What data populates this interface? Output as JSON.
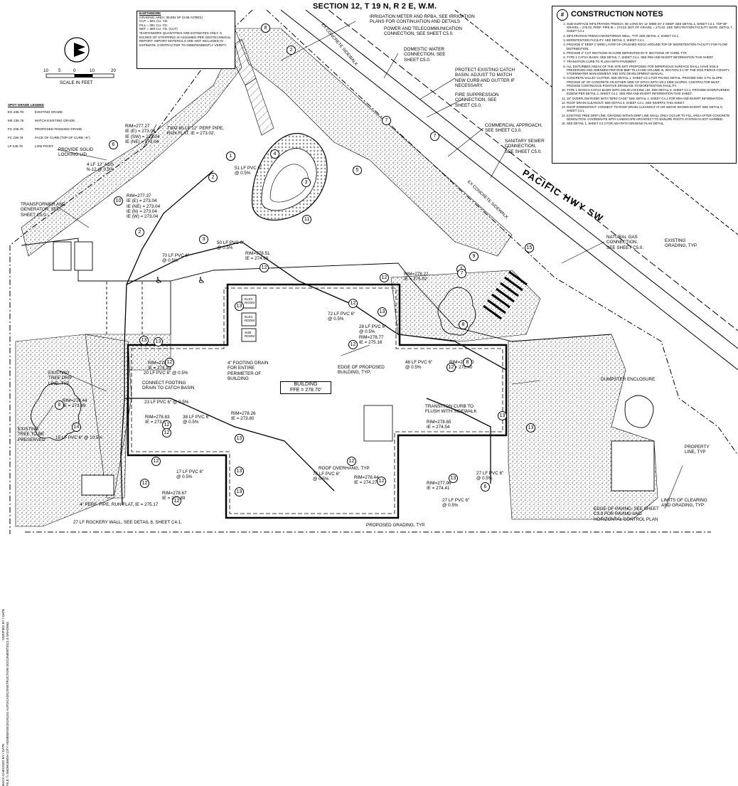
{
  "title": "SECTION 12, T 19 N, R 2 E, W.M.",
  "street": "PACIFIC HWY SW",
  "sidewalk": "EX CONCRETE SIDEWALK",
  "scale": {
    "label": "SCALE IN FEET",
    "ticks": [
      "10",
      "5",
      "0",
      "10",
      "20"
    ]
  },
  "earthwork": {
    "heading": "EARTHWORK",
    "lines": [
      "GRADING AREA: 36,891 SF (0.85 ACRES)",
      "CUT = 691 CU. YD.",
      "FILL = 391 CU. YD.",
      "NET = 300 CU. YD. (CUT)",
      "*EARTHWORK QUANTITIES ARE ESTIMATES ONLY. 6 INCHES OF STRIPPING IS ASSUMED PER GEOTECHNICAL REPORT. IMPORT MATERIALS ARE NOT INCLUDED IN ESTIMATE. CONTRACTOR TO INDEPENDENTLY VERIFY."
    ]
  },
  "legend": {
    "heading": "SPOT GRADE LEGEND",
    "rows": [
      {
        "sym": "EG 236.78",
        "label": "EXISTING GRADE"
      },
      {
        "sym": "ME 236.78",
        "label": "MATCH EXISTING GRADE"
      },
      {
        "sym": "FG 236.78",
        "label": "PROPOSED FINISHED GRADE"
      },
      {
        "sym": "FC 236.78",
        "label": "FACE OF CURB (TOP OF CURB +6\")"
      },
      {
        "sym": "LP 236.78",
        "label": "LOW POINT"
      }
    ]
  },
  "notes": {
    "symbol": "#",
    "heading": "CONSTRUCTION NOTES",
    "items": [
      "SUB-SURFACE INFILTRATION TRENCH. 65' LONG BY 12' WIDE BY 4' DEEP. SEE DETAIL 1, SHEET C4.1. TOP OF GRAVEL = 275.02, PERF. PIPE IE = 273.02, BOT OF GRAVEL = 271.02. SEE INFILTRATION FACILITY NOTE, DETAIL 7, SHEET C4.1.",
      "INFILTRATION TRENCH MONITORING WELL, TYP. SEE DETAIL 4, SHEET C4.1.",
      "BIORETENTION FACILITY, SEE DETAIL 3, SHEET C4.1.",
      "PROVIDE 6\" DEEP 2' WIDE LAYER OF CRUSHED ROCK AROUND TOP OF BIORETENTION FACILITY FOR FLOW DISTRIBUTION.",
      "PROVIDE 2\" CUT SECTIONS IN CURB SEPARATED BY 5' SECTIONS OF CURB, TYP.",
      "TYPE 1 CATCH BASIN. SEE DETAIL 7, SHEET C4.1. SEE RIM AND INVERT INFORMATION THIS SHEET.",
      "TRANSITION CURB TO FLUSH WITH PAVEMENT.",
      "ALL DISTURBED AREAS OF THE SITE NOT PROPOSED FOR IMPERVIOUS SURFACE SHALL HAVE SOILS PRESERVED AND AMENDED PER DOE BMP T5.13 AND VOLUME III, SECTION 3.1 OF THE 2015 PIERCE COUNTY STORMWATER MANAGEMENT AND SITE DEVELOPMENT MANUAL.",
      "CONCRETE VALLEY GUTTER. SEE DETAIL 1, SHEET C3.1 FOR PAVING DETAIL. PROVIDE MIN. 0.7% SLOPE. PROVIDE 10\" OF CONCRETE ON EITHER SIDE OF DITCH WITH 1/8:1 SIDE SLOPES. CONTRACTOR MUST PROVIDE CONTINUOUS POSITIVE DRAINAGE TO BIORETENTION FACILITY.",
      "TYPE 1 48-INCH CATCH BASIN WITH SOLID LOCKING LID. SEE DETAIL 8, SHEET C4.1. PROVIDE DOWNTURNED ELBOW PER DETAIL 2, SHEET C4.1. SEE RIM AND INVERT INFORMATION THIS SHEET.",
      "18\" OVERFLOW RISER WITH \"BIRD CAGE\" SEE DETAIL 4, SHEET C4.1 FOR RIM AND INVERT INFORMATION.",
      "ROOF DRAIN CLEANOUT. SEE DETAIL 5, SHEET C4.1. SEE INVERTS THIS SHEET.",
      "ROOF DOWNSPOUT. CONNECT TO ROOF DRAIN CLEANOUT AT OR ABOVE SHOWN INVERT. SEE DETAIL 8, SHEET C4.1.",
      "EXISTING TREE DRIP LINE. GRADING WITHIN DRIP LINE SHALL ONLY OCCUR TO FILL AREA AFTER CONCRETE DEMOLITION. COORDINATE WITH LANDSCAPE ARCHITECT TO ENSURE ROOTS SYSTEM IS NOT HARMED.",
      "SEE DETAIL 1, SHEET C4.2 FOR ADA PATH GRADING PLAN DETAIL."
    ]
  },
  "building": {
    "name": "BUILDING",
    "ffe": "FFE = 278.70'"
  },
  "labels": [
    {
      "id": "irrigation",
      "text": "IRRIGATION METER AND RPBA, SEE IRRIGATION\nPLANS FOR CONTINUATION AND DETAILS"
    },
    {
      "id": "power",
      "text": "POWER AND TELECOMMUNICATION\nCONNECTION, SEE SHEET C5.0."
    },
    {
      "id": "domestic",
      "text": "DOMESTIC WATER\nCONNECTION, SEE\nSHEET C5.0."
    },
    {
      "id": "protect",
      "text": "PROTECT EXISTING CATCH\nBASIN. ADJUST TO MATCH\nNEW CURB AND GUTTER IF\nNECESSARY."
    },
    {
      "id": "fire",
      "text": "FIRE SUPPRESSION\nCONNECTION, SEE\nSHEET C5.0."
    },
    {
      "id": "commercial",
      "text": "COMMERCIAL APPROACH,\nSEE SHEET C3.0."
    },
    {
      "id": "sewer",
      "text": "SANITARY SEWER\nCONNECTION,\nSEE SHEET C5.0."
    },
    {
      "id": "gas",
      "text": "NATURAL GAS\nCONNECTION,\nSEE SHEET C5.0."
    },
    {
      "id": "exgrade",
      "text": "EXISTING\nGRADING, TYP."
    },
    {
      "id": "dumpster",
      "text": "DUMPSTER ENCLOSURE"
    },
    {
      "id": "propline",
      "text": "PROPERTY\nLINE, TYP"
    },
    {
      "id": "limits",
      "text": "LIMITS OF CLEARING\nAND GRADING, TYP."
    },
    {
      "id": "paving",
      "text": "EDGE OF PAVING, SEE SHEET\nC3.0 FOR PAVING AND\nHORIZONTAL CONTROL PLAN"
    },
    {
      "id": "propgrade",
      "text": "PROPOSED GRADING, TYP."
    },
    {
      "id": "rockery",
      "text": "27 LF ROCKERY WALL, SEE DETAIL 8, SHEET C4.1."
    },
    {
      "id": "perfpipe",
      "text": "4\" PERF. PIPE, RUN FLAT, IE = 275.17"
    },
    {
      "id": "overhang",
      "text": "ROOF OVERHANG, TYP."
    },
    {
      "id": "transition",
      "text": "TRANSITION CURB TO\nFLUSH WITH SIDEWALK"
    },
    {
      "id": "edgebldg",
      "text": "EDGE OF PROPOSED\nBUILDING, TYP."
    },
    {
      "id": "footing",
      "text": "4\" FOOTING DRAIN\nFOR ENTIRE\nPERIMETER OF\nBUILDING"
    },
    {
      "id": "connectfoot",
      "text": "CONNECT FOOTING\nDRAIN TO CATCH BASIN"
    },
    {
      "id": "twolf",
      "text": "TWO 65 LF 12\" PERF PIPE,\nRUN FLAT, IE = 273.02."
    },
    {
      "id": "solidlid",
      "text": "PROVIDE SOLID\nLOCKING LID"
    },
    {
      "id": "transformer",
      "text": "TRANSFORMER AND\nGENERATOR, SEE\nSHEET C5.0."
    },
    {
      "id": "treedrip",
      "text": "EXISTING\nTREE DRIP\nLINE, TYP."
    },
    {
      "id": "preserved",
      "text": "EXISTING\nTREE TO BE\nPRESERVED"
    },
    {
      "id": "rim1",
      "text": "RIM=277.27\nIE (E) = 273.04\nIE (SW) = 273.04\nIE (NE) = 273.04"
    },
    {
      "id": "ads",
      "text": "4 LF 12\" ADS\nN-12 @ 0.5%"
    },
    {
      "id": "rim2",
      "text": "RIM=277.37\nIE (E) = 273.04\nIE (NE) = 273.04\nIE (N) = 273.04\nIE (W) = 273.04"
    },
    {
      "id": "pvc51",
      "text": "51 LF PVC 6\"\n@ 0.5%"
    },
    {
      "id": "pvc50",
      "text": "50 LF PVC 6\"\n@ 0.5%"
    },
    {
      "id": "pvc70",
      "text": "70 LF PVC 6\"\n@ 0.5%"
    },
    {
      "id": "rim3",
      "text": "RIM=278.51\nIE = 274.66"
    },
    {
      "id": "rim4",
      "text": "RIM=278.22\nIE = 275.02"
    },
    {
      "id": "pvc72",
      "text": "72 LF PVC 6\"\n@ 0.5%"
    },
    {
      "id": "pvc28",
      "text": "28 LF PVC 6\"\n@ 0.5%"
    },
    {
      "id": "rim5",
      "text": "RIM=278.77\nIE = 275.16"
    },
    {
      "id": "pvc48",
      "text": "48 LF PVC 6\"\n@ 0.5%"
    },
    {
      "id": "rim6",
      "text": "RIM=277.90\nIE = 275.40"
    },
    {
      "id": "rim7",
      "text": "RIM=278.85\nIE = 273.39"
    },
    {
      "id": "pvc20",
      "text": "20 LF PVC 6\" @ 0.5%"
    },
    {
      "id": "rim8",
      "text": "RIM=278.44\nIE = 273.49"
    },
    {
      "id": "pvc23",
      "text": "23 LF PVC 6\" @ 0.5%"
    },
    {
      "id": "rim9",
      "text": "RIM=278.83\nIE = 273.61"
    },
    {
      "id": "pvc38",
      "text": "38 LF PVC 6\"\n@ 0.5%"
    },
    {
      "id": "rim10",
      "text": "RIM=278.26\nIE = 273.80"
    },
    {
      "id": "pvc15",
      "text": "15 LF PVC 6\" @ 10.5%"
    },
    {
      "id": "rim11",
      "text": "RIM=278.65\nIE = 274.54"
    },
    {
      "id": "pvc17",
      "text": "17 LF PVC 6\"\n@ 0.5%"
    },
    {
      "id": "rim12",
      "text": "RIM=278.67\nIE = 273.89"
    },
    {
      "id": "pvc76",
      "text": "76 LF PVC 6\"\n@ 0.5%"
    },
    {
      "id": "rim13",
      "text": "RIM=278.44\nIE = 274.27"
    },
    {
      "id": "pvc27",
      "text": "27 LF PVC 6\"\n@ 0.5%"
    },
    {
      "id": "rim14",
      "text": "RIM=277.96\nIE = 274.41"
    },
    {
      "id": "pvc27b",
      "text": "27 LF PVC 6\"\n@ 0.5%"
    }
  ],
  "callouts": [
    "8",
    "2",
    "1",
    "7",
    "7",
    "7",
    "6",
    "1",
    "4",
    "2",
    "5",
    "3",
    "11",
    "10",
    "2",
    "3",
    "12",
    "12",
    "13",
    "12",
    "13",
    "12",
    "9",
    "7",
    "8",
    "15",
    "12",
    "12",
    "8",
    "13",
    "6",
    "12",
    "12",
    "13",
    "12",
    "12",
    "13",
    "13",
    "14",
    "13",
    "13",
    "6",
    "12",
    "12",
    "12",
    "13",
    "13"
  ],
  "roomlabels": [
    "ELEC\nROOM",
    "ELEC\nROOM",
    "SUB\nROOM"
  ],
  "sidebar": [
    "BACK-CHECKED BY / DATE",
    "VERIFIED BY / DATE",
    "FILE: \\\\ SNOHOMISH CITY HOMEBASE\\20191101 AUTOCAD\\CONSTRUCTION DOCUMENTS\\C2.0 GRADING"
  ]
}
